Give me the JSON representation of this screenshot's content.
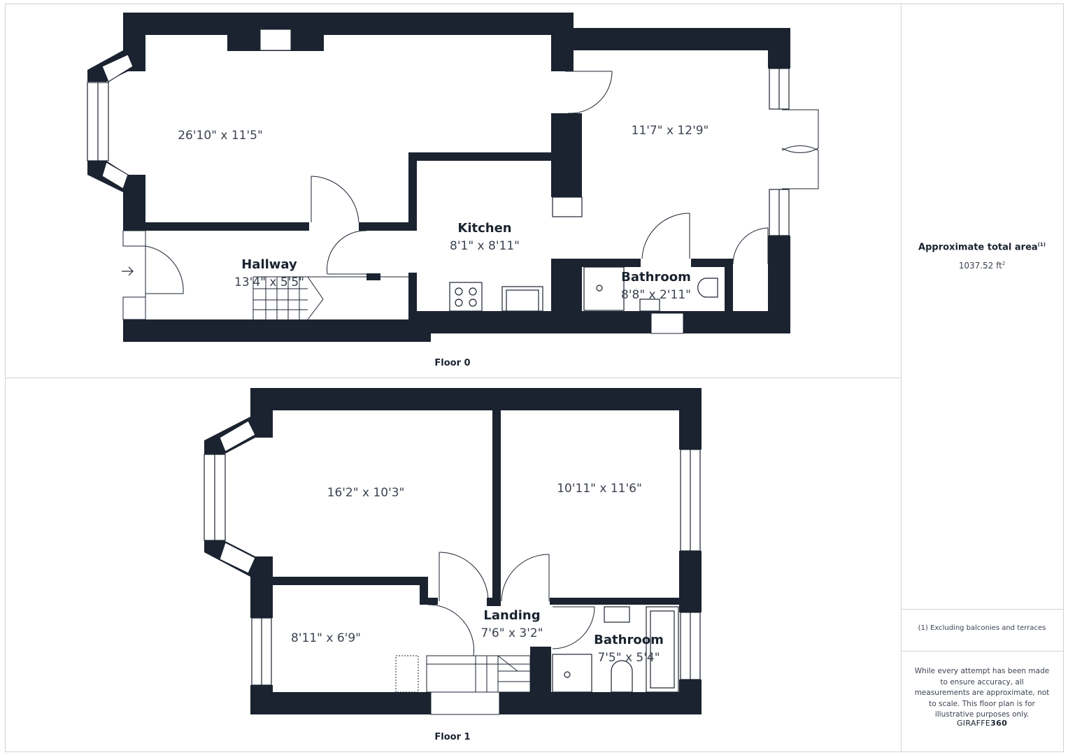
{
  "floors": [
    {
      "label": "Floor 0",
      "rooms": [
        {
          "name": "",
          "dims": "26'10\" x 11'5\""
        },
        {
          "name": "",
          "dims": "11'7\" x 12'9\""
        },
        {
          "name": "Kitchen",
          "dims": "8'1\" x 8'11\""
        },
        {
          "name": "Hallway",
          "dims": "13'4\" x 5'5\""
        },
        {
          "name": "Bathroom",
          "dims": "8'8\" x 2'11\""
        }
      ]
    },
    {
      "label": "Floor 1",
      "rooms": [
        {
          "name": "",
          "dims": "16'2\" x 10'3\""
        },
        {
          "name": "",
          "dims": "10'11\" x 11'6\""
        },
        {
          "name": "",
          "dims": "8'11\" x 6'9\""
        },
        {
          "name": "Landing",
          "dims": "7'6\" x 3'2\""
        },
        {
          "name": "Bathroom",
          "dims": "7'5\" x 5'4\""
        }
      ]
    }
  ],
  "summary": {
    "area_title": "Approximate total area",
    "area_footnote_marker": "(1)",
    "area_value": "1037.52 ft",
    "area_unit_exp": "2",
    "footnote": "(1) Excluding balconies and terraces",
    "disclaimer": "While every attempt has been made to ensure accuracy, all measurements are approximate, not to scale. This floor plan is for illustrative purposes only.",
    "brand_light": "GIRAFFE",
    "brand_bold": "360"
  },
  "colors": {
    "wall": "#1b2330",
    "text": "#1b2330",
    "frame": "#cfd3d8"
  }
}
